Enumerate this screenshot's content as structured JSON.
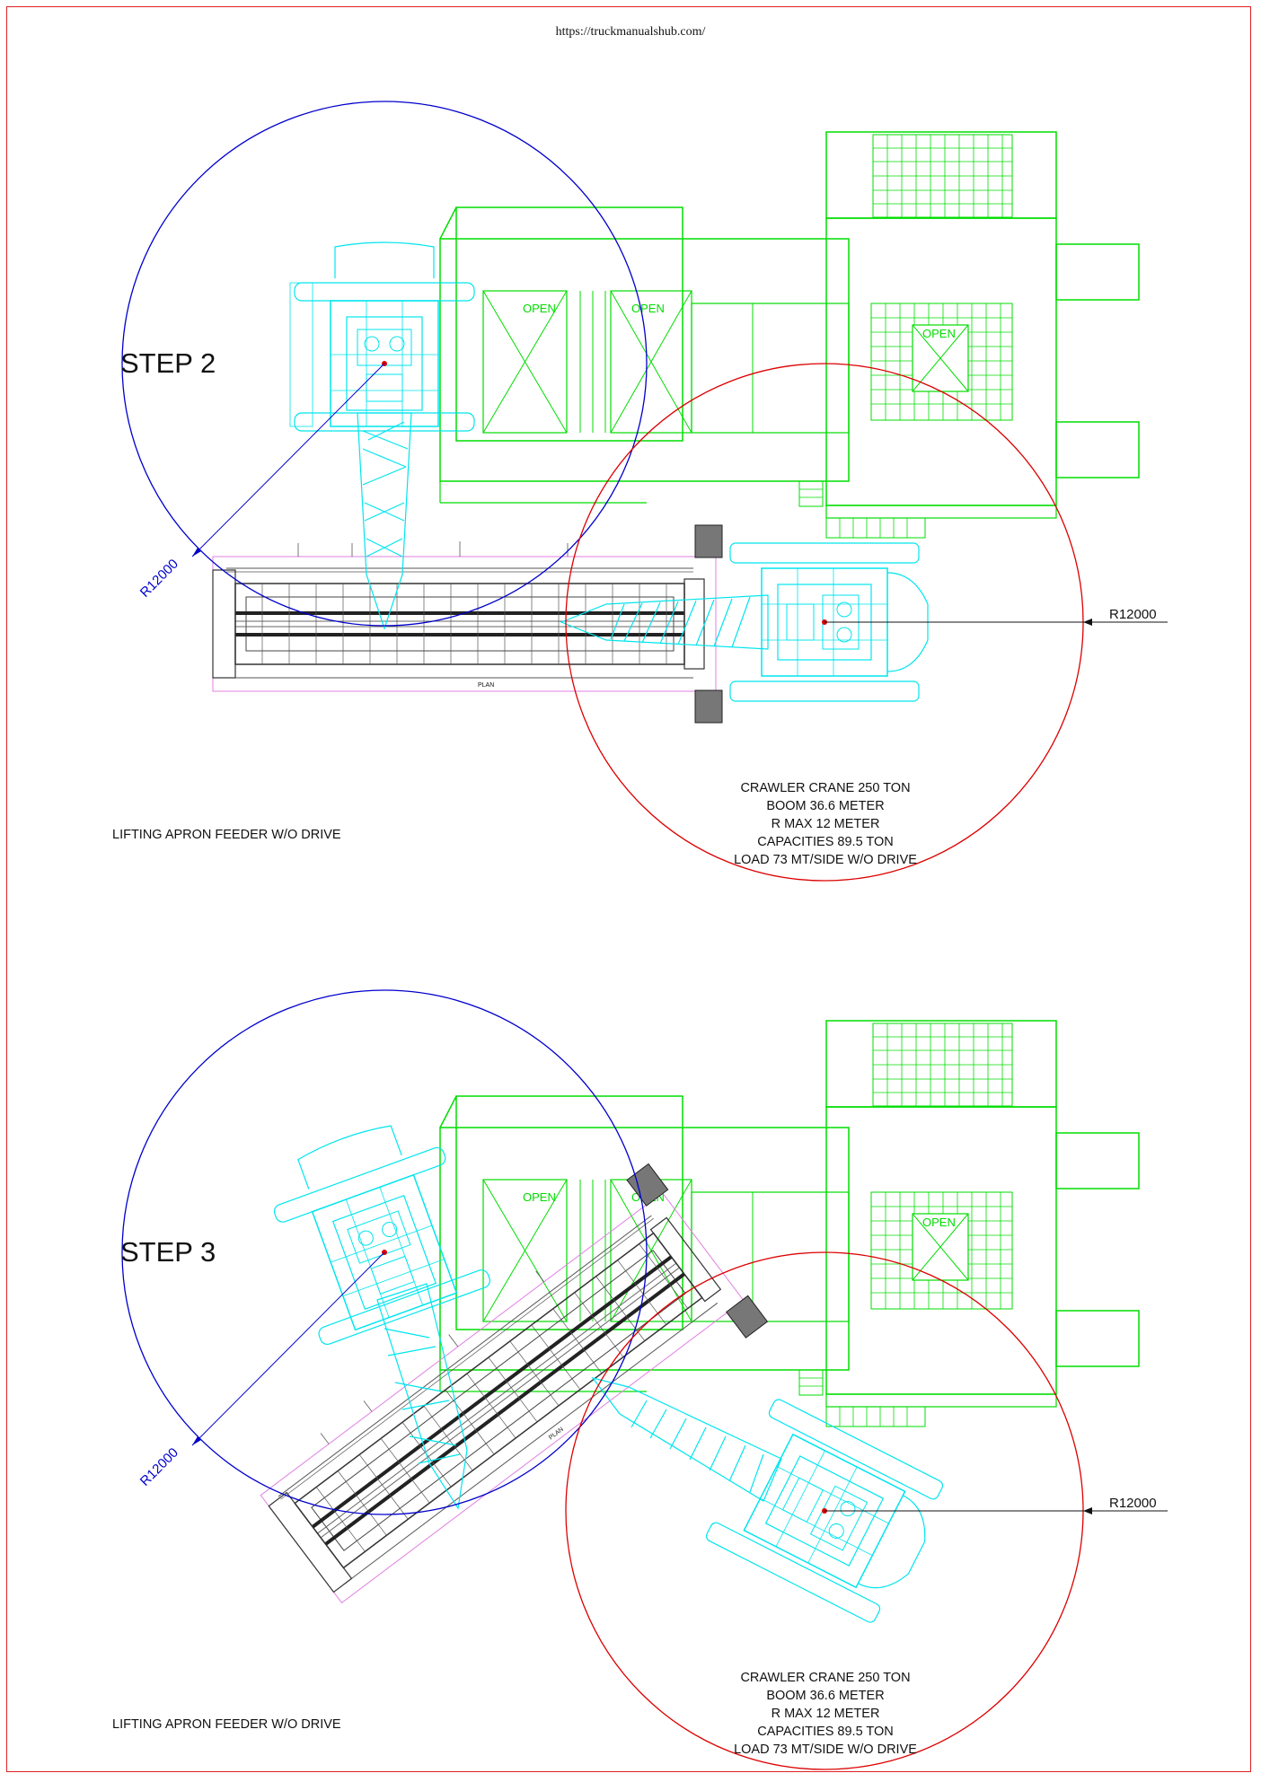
{
  "header": {
    "url": "https://truckmanualshub.com/"
  },
  "colors": {
    "structure": "#00dd00",
    "crane": "#00e5ee",
    "radius_blue": "#0000cc",
    "radius_red": "#dd0000",
    "feeder": "#333333",
    "border": "#e02020",
    "envelope": "#e080e0"
  },
  "steps": [
    {
      "title": "STEP 2",
      "open_labels": [
        "OPEN",
        "OPEN",
        "OPEN"
      ],
      "radius_left": "R12000",
      "radius_right": "R12000",
      "crane_specs": [
        "CRAWLER CRANE 250 TON",
        "BOOM 36.6 METER",
        "R MAX 12 METER",
        "CAPACITIES 89.5 TON",
        "LOAD 73 MT/SIDE W/O DRIVE"
      ],
      "caption": "LIFTING APRON FEEDER W/O DRIVE",
      "feeder_plan_label": "PLAN"
    },
    {
      "title": "STEP 3",
      "open_labels": [
        "OPEN",
        "OPEN",
        "OPEN"
      ],
      "radius_left": "R12000",
      "radius_right": "R12000",
      "crane_specs": [
        "CRAWLER CRANE 250 TON",
        "BOOM 36.6 METER",
        "R MAX 12 METER",
        "CAPACITIES 89.5 TON",
        "LOAD 73 MT/SIDE W/O DRIVE"
      ],
      "caption": "LIFTING APRON FEEDER W/O DRIVE",
      "feeder_plan_label": "PLAN"
    }
  ]
}
